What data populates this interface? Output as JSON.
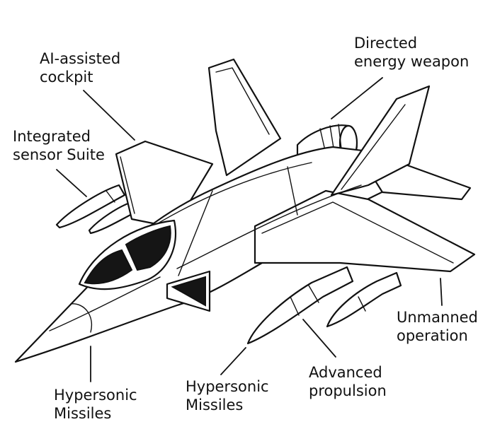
{
  "labels": {
    "ai_cockpit": [
      "AI-assisted",
      "cockpit"
    ],
    "directed_energy": [
      "Directed",
      "energy weapon"
    ],
    "sensor_suite": [
      "Integrated",
      "sensor Suite"
    ],
    "unmanned": [
      "Unmanned",
      "operation"
    ],
    "propulsion": [
      "Advanced",
      "propulsion"
    ],
    "missiles_left": [
      "Hypersonic",
      "Missiles"
    ],
    "missiles_center": [
      "Hypersonic",
      "Missiles"
    ]
  }
}
